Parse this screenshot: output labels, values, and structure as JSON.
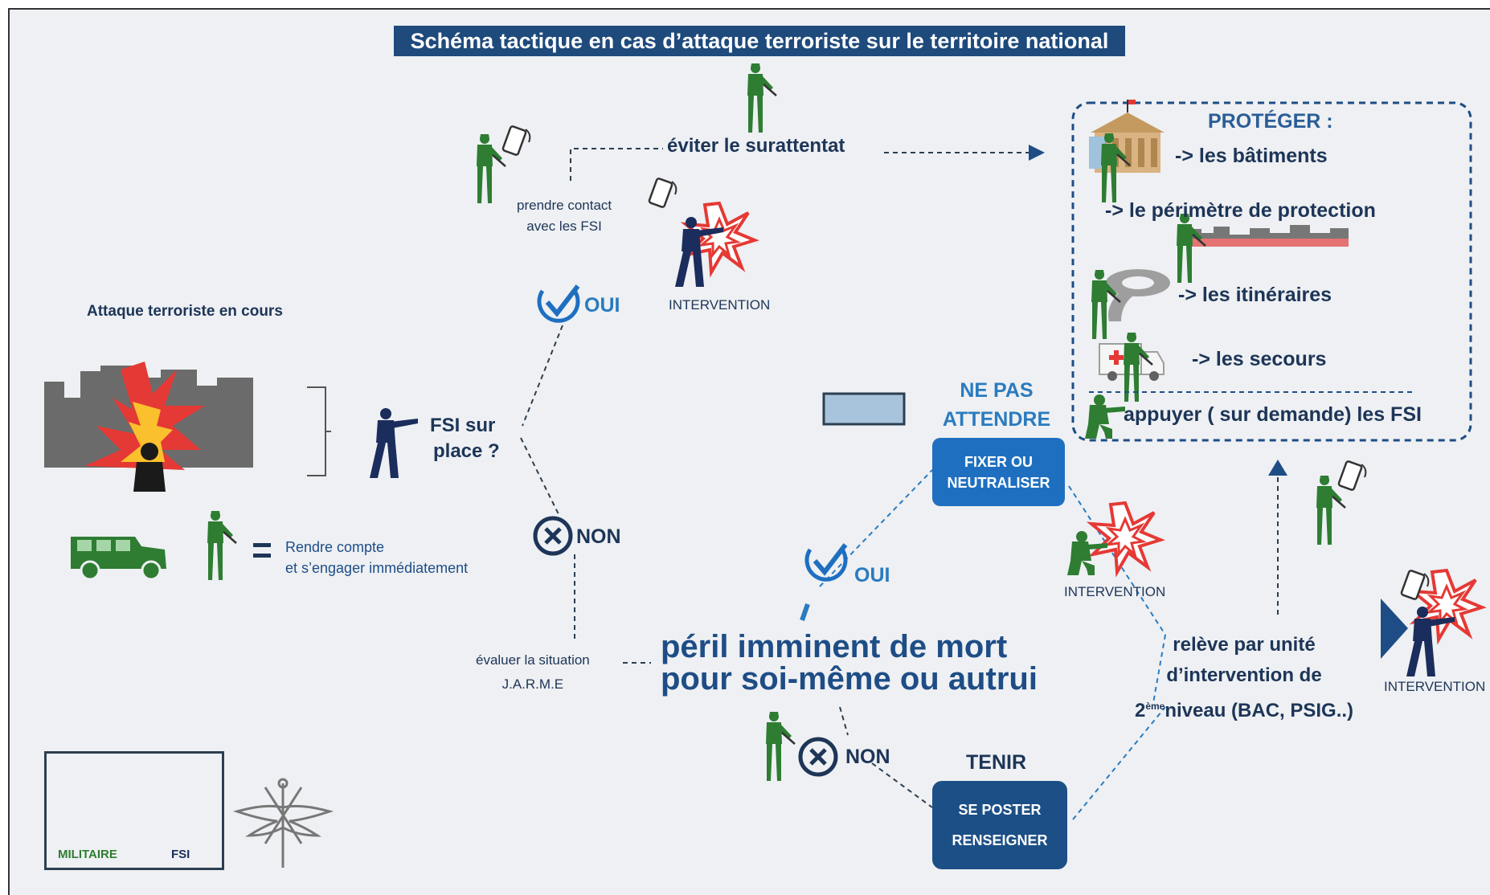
{
  "title": "Schéma tactique en cas d’attaque terroriste sur le territoire national",
  "attack": {
    "label": "Attaque terroriste en cours"
  },
  "fsi_question": {
    "line1": "FSI sur",
    "line2": "place ?"
  },
  "vehicle_rule": {
    "line1": "Rendre compte",
    "line2": "et s’engager immédiatement"
  },
  "top_branch": {
    "oui": "OUI",
    "contact_line1": "prendre contact",
    "contact_line2": "avec les FSI",
    "avoid": "éviter le surattentat",
    "intervention": "INTERVENTION"
  },
  "middle_branch": {
    "non": "NON",
    "evaluate_line1": "évaluer la situation",
    "evaluate_line2": "J.A.R.M.E",
    "peril_line1": "péril imminent de mort",
    "peril_line2": "pour soi-même ou autrui",
    "oui": "OUI",
    "non2": "NON"
  },
  "act": {
    "header_line1": "NE PAS",
    "header_line2": "ATTENDRE",
    "box_line1": "FIXER OU",
    "box_line2": "NEUTRALISER",
    "intervention": "INTERVENTION"
  },
  "hold": {
    "header": "TENIR",
    "box_line1": "SE POSTER",
    "box_line2": "RENSEIGNER"
  },
  "relief": {
    "line1": "relève par unité",
    "line2": "d’intervention de",
    "line3_prefix": "2",
    "line3_sup": "ème",
    "line3_rest": "niveau (BAC, PSIG..)",
    "intervention": "INTERVENTION"
  },
  "protect": {
    "title": "PROTÉGER :",
    "items": [
      "-> les bâtiments",
      "-> le périmètre de protection",
      "-> les itinéraires",
      "-> les secours"
    ],
    "support": "appuyer ( sur demande) les FSI"
  },
  "legend": {
    "military": "MILITAIRE",
    "fsi": "FSI"
  },
  "colors": {
    "military": "#2e7d32",
    "fsi": "#1b2d5c",
    "accent": "#1f6fc0",
    "title_bg": "#1e4a7c",
    "blast": "#e53935"
  }
}
